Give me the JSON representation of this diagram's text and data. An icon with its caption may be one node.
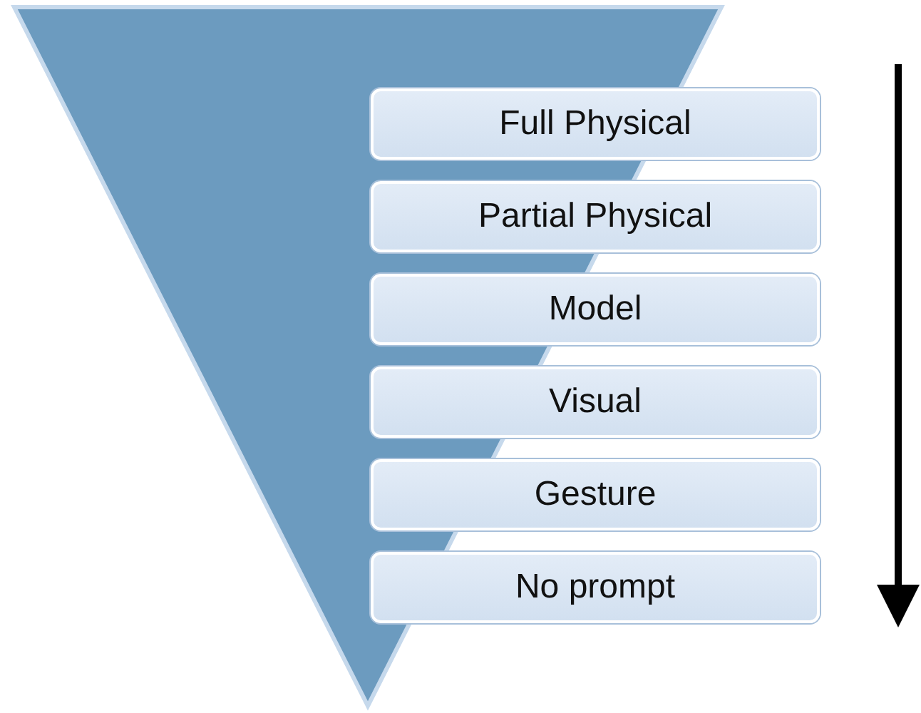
{
  "diagram": {
    "nodes": [
      {
        "text": [
          "Full Physical"
        ]
      },
      {
        "text": [
          "Partial Physical"
        ]
      },
      {
        "text": [
          "Model"
        ]
      },
      {
        "text": [
          "Visual"
        ]
      },
      {
        "text": [
          "Gesture"
        ]
      },
      {
        "text": [
          "No prompt"
        ]
      }
    ],
    "edges": []
  }
}
